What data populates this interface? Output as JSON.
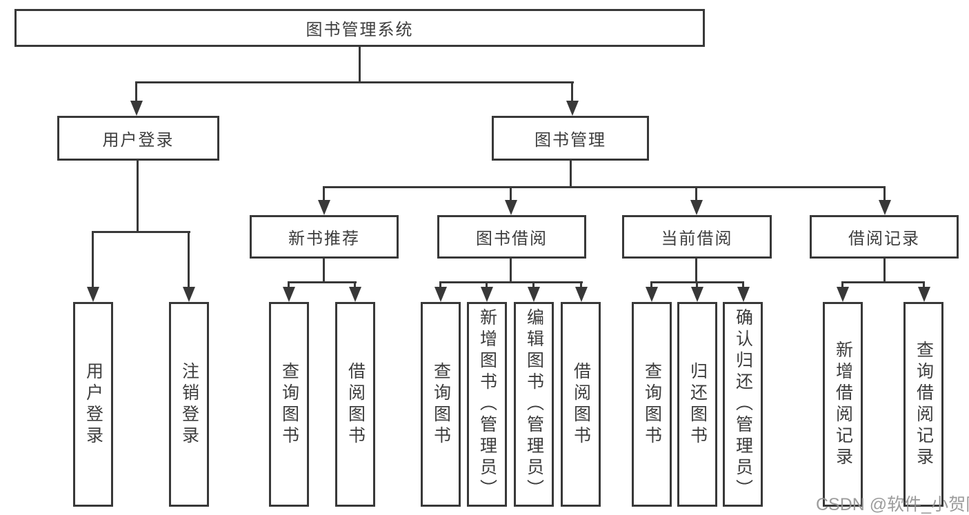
{
  "diagram": {
    "root": {
      "label": "图书管理系统"
    },
    "level2": [
      {
        "label": "用户登录"
      },
      {
        "label": "图书管理"
      }
    ],
    "level3": [
      {
        "label": "新书推荐"
      },
      {
        "label": "图书借阅"
      },
      {
        "label": "当前借阅"
      },
      {
        "label": "借阅记录"
      }
    ],
    "leaves": {
      "user_login": [
        {
          "label": "用户登录"
        },
        {
          "label": "注销登录"
        }
      ],
      "new_books": [
        {
          "label": "查询图书"
        },
        {
          "label": "借阅图书"
        }
      ],
      "book_borrowing": [
        {
          "label": "查询图书"
        },
        {
          "label": "新增图书（管理员）"
        },
        {
          "label": "编辑图书（管理员）"
        },
        {
          "label": "借阅图书"
        }
      ],
      "current_borrowing": [
        {
          "label": "查询图书"
        },
        {
          "label": "归还图书"
        },
        {
          "label": "确认归还（管理员）"
        }
      ],
      "borrowing_records": [
        {
          "label": "新增借阅记录"
        },
        {
          "label": "查询借阅记录"
        }
      ]
    },
    "colors": {
      "line": "#383838",
      "text": "#3d3d3d",
      "background": "#ffffff",
      "watermark": "#949494"
    },
    "watermark": "CSDN @软件_小贺同学"
  }
}
